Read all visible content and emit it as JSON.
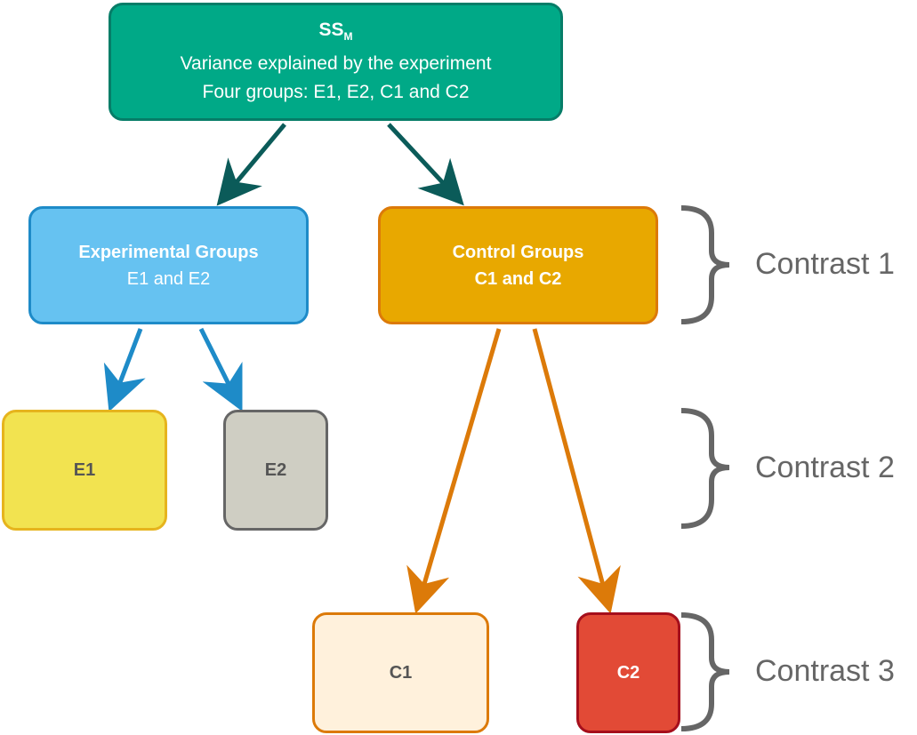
{
  "root": {
    "title": "SS",
    "title_sub": "M",
    "line1": "Variance explained by the experiment",
    "line2": "Four groups: E1, E2, C1 and C2"
  },
  "experimental": {
    "title": "Experimental Groups",
    "subtitle": "E1 and E2"
  },
  "control": {
    "title": "Control Groups",
    "subtitle": "C1 and C2"
  },
  "leaves": {
    "e1": "E1",
    "e2": "E2",
    "c1": "C1",
    "c2": "C2"
  },
  "contrasts": [
    "Contrast 1",
    "Contrast 2",
    "Contrast 3"
  ],
  "colors": {
    "root_fill": "#00a987",
    "experimental_fill": "#66c2f1",
    "control_fill": "#e8a800",
    "e1_fill": "#f2e350",
    "e2_fill": "#cfcec3",
    "c1_fill": "#fff1dc",
    "c2_fill": "#e24a36",
    "root_arrow": "#0b5b59",
    "experimental_arrow": "#1e8bc8",
    "control_arrow": "#dc7a09",
    "brace": "#666666"
  }
}
